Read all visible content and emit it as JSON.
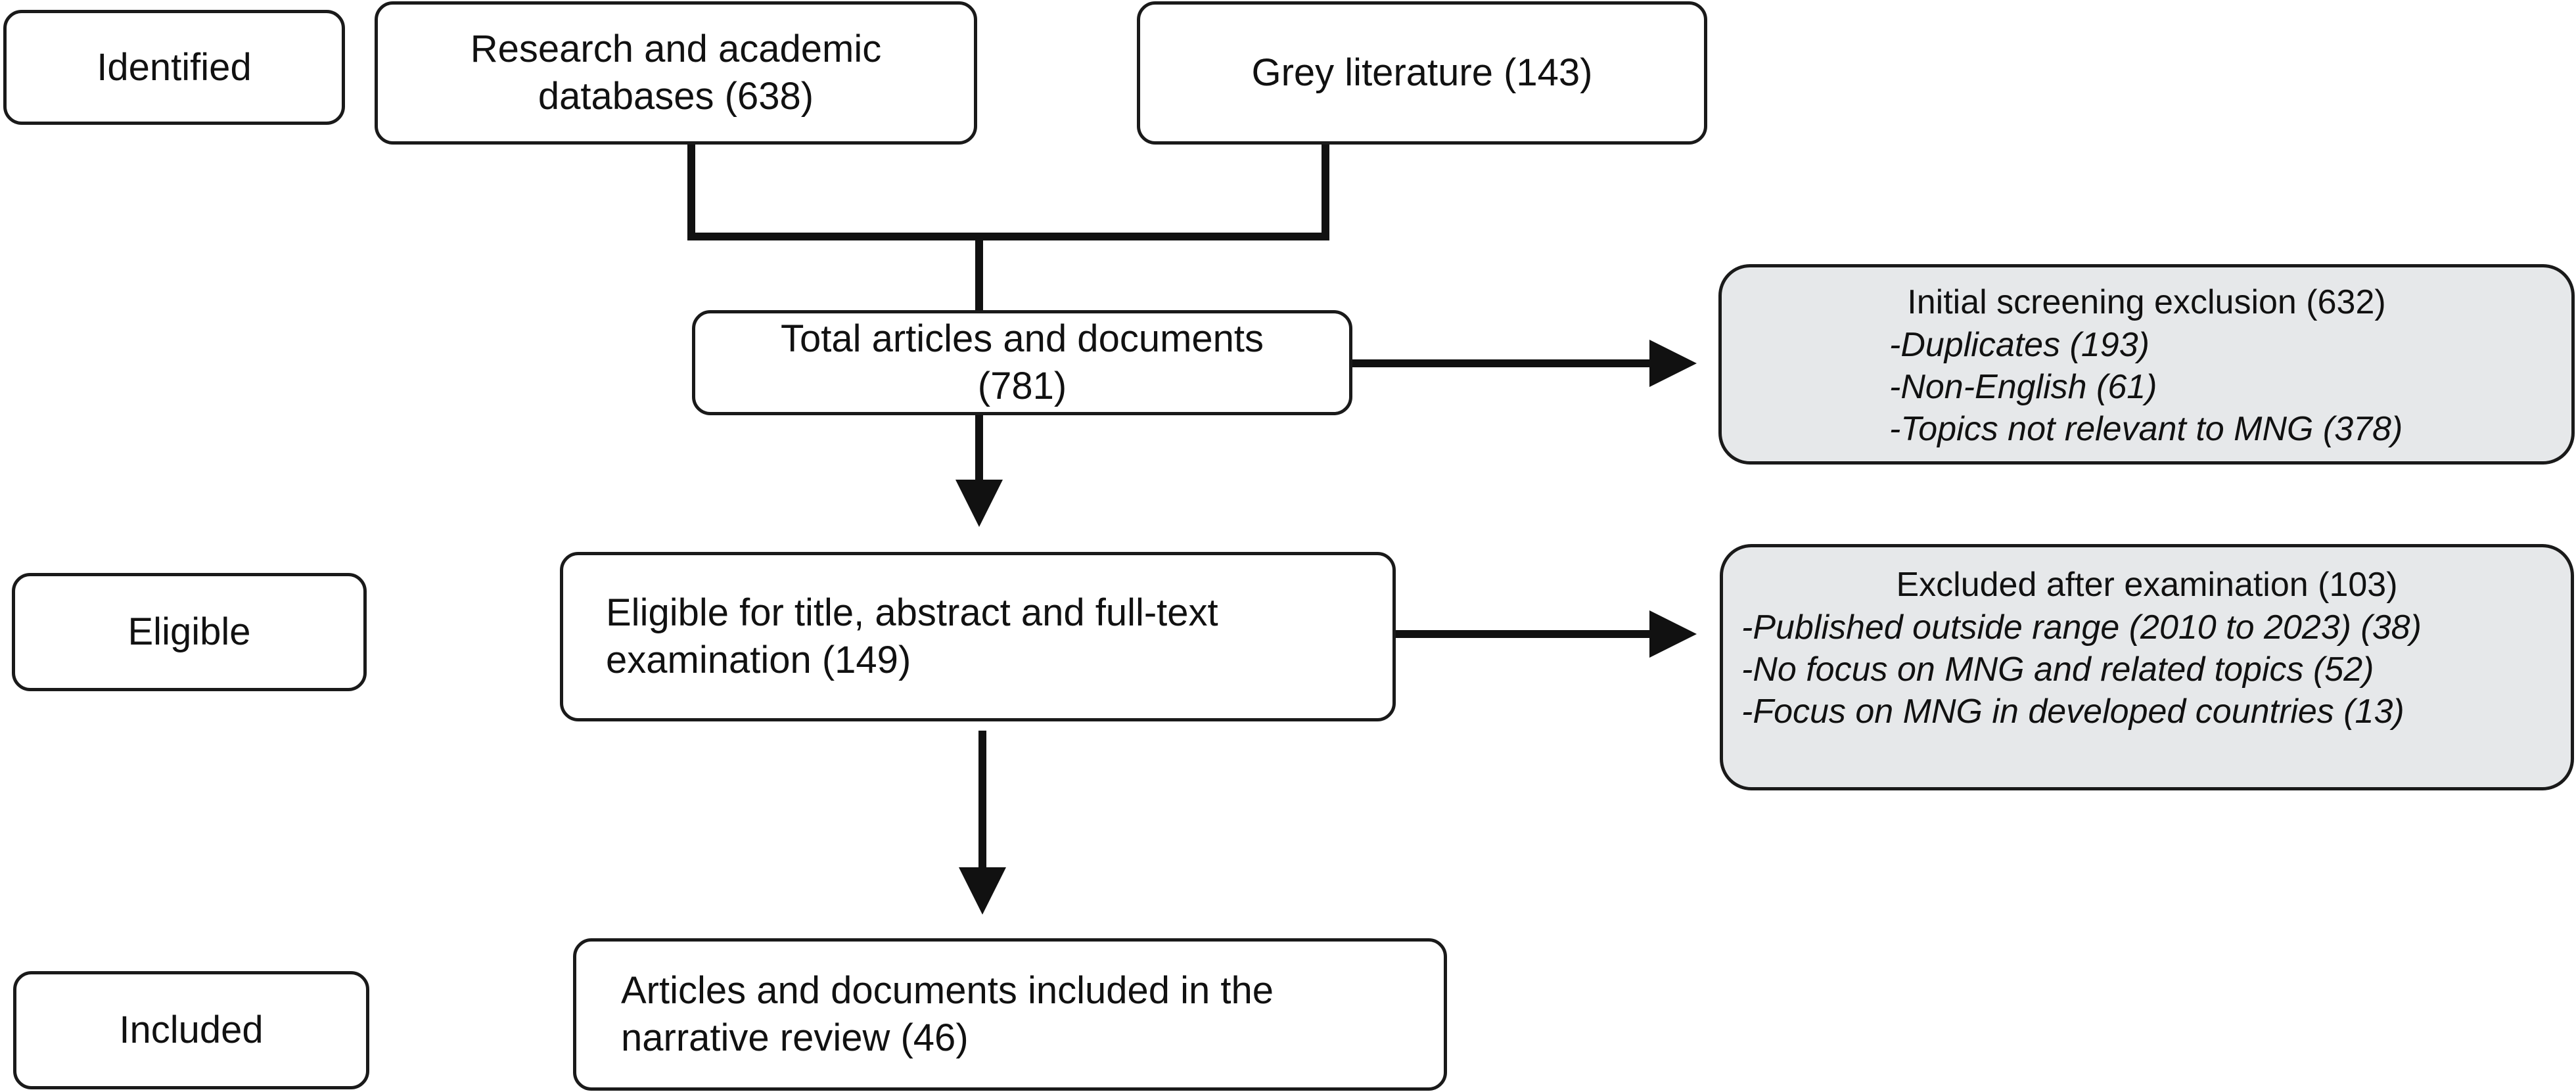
{
  "stages": {
    "identified": "Identified",
    "eligible": "Eligible",
    "included": "Included"
  },
  "boxes": {
    "research_line1": "Research and academic",
    "research_line2": "databases (638)",
    "grey": "Grey literature (143)",
    "total_line1": "Total articles and documents",
    "total_line2": "(781)",
    "eligible_line1": "Eligible for title, abstract and full-text",
    "eligible_line2": "examination (149)",
    "included_line1": "Articles and documents included in the",
    "included_line2": "narrative review (46)"
  },
  "exclusions": {
    "initial": {
      "title": "Initial screening exclusion (632)",
      "items": [
        "-Duplicates (193)",
        "-Non-English (61)",
        "-Topics not relevant to MNG (378)"
      ]
    },
    "examination": {
      "title": "Excluded after examination (103)",
      "items": [
        "-Published outside range (2010 to 2023) (38)",
        "-No focus on MNG and related topics (52)",
        "-Focus on MNG in developed countries (13)"
      ]
    }
  },
  "colors": {
    "line": "#111111",
    "exclusion_fill": "#e6e8ea"
  }
}
